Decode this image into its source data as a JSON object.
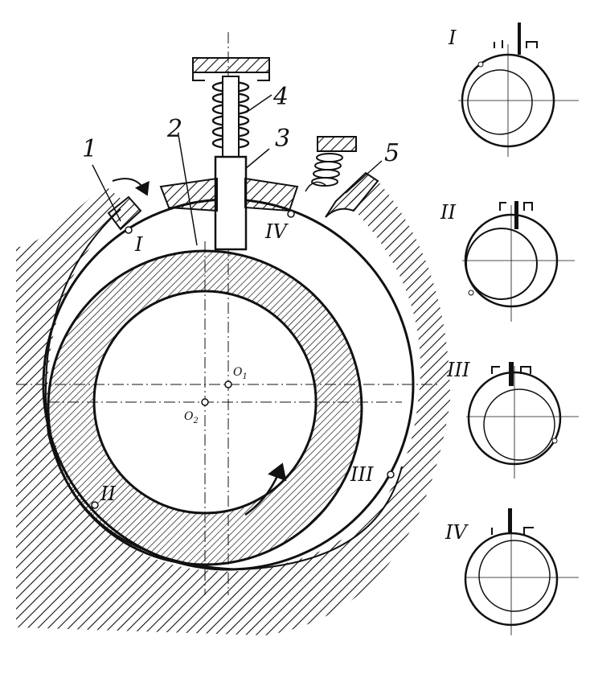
{
  "figure": {
    "callouts": [
      "1",
      "2",
      "3",
      "4",
      "5"
    ],
    "stage_labels": {
      "I": "I",
      "II": "II",
      "III": "III",
      "IV": "IV"
    },
    "centers": {
      "o1": "O",
      "o1_sub": "1",
      "o2": "O",
      "o2_sub": "2"
    },
    "side_panels": [
      {
        "label": "I"
      },
      {
        "label": "II"
      },
      {
        "label": "III"
      },
      {
        "label": "IV"
      }
    ],
    "ink_color": "#111111",
    "paper_color": "#ffffff"
  }
}
